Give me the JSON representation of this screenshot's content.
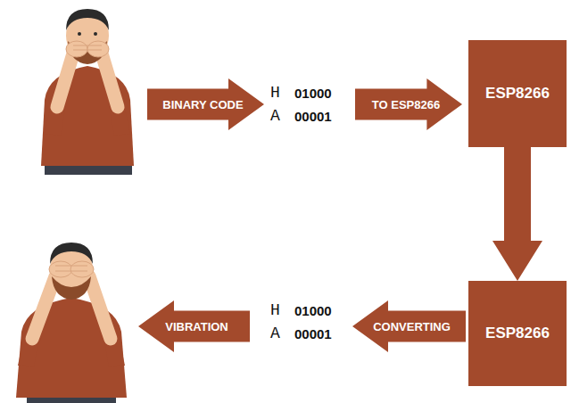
{
  "diagram": {
    "nodes": [
      {
        "text": [
          "BINARY CODE"
        ]
      },
      {
        "text": [
          "TO ESP8266"
        ]
      },
      {
        "text": [
          "ESP8266"
        ]
      },
      {
        "text": [
          "ESP8266"
        ]
      },
      {
        "text": [
          "CONVERTING"
        ]
      },
      {
        "text": [
          "VIBRATION"
        ]
      }
    ],
    "edges": [
      {
        "from": 2,
        "to": 3,
        "arrow": "to"
      }
    ],
    "labels": [
      "H",
      "01000",
      "A",
      "00001",
      "H",
      "01000",
      "A",
      "00001"
    ]
  }
}
